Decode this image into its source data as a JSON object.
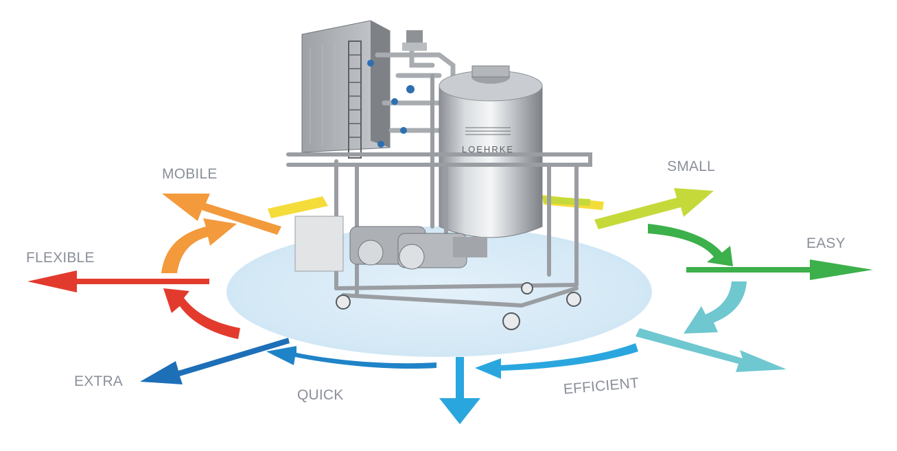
{
  "labels": {
    "mobile": "MOBILE",
    "small": "SMALL",
    "flexible": "FLEXIBLE",
    "easy": "EASY",
    "extra": "EXTRA",
    "quick": "QUICK",
    "efficient": "EFFICIENT"
  },
  "machine": {
    "brand": "LOEHRKE"
  },
  "colors": {
    "mobile": "#f39a3c",
    "flexible": "#e23b2e",
    "small": "#c6d93a",
    "easy": "#3cb04a",
    "cyan": "#6fc7d0",
    "blue": "#2aa6df",
    "extra": "#1d6fb8",
    "yellow": "#f4dc3a",
    "ellipse": "#d7ebf7",
    "label": "#8a8f99"
  }
}
